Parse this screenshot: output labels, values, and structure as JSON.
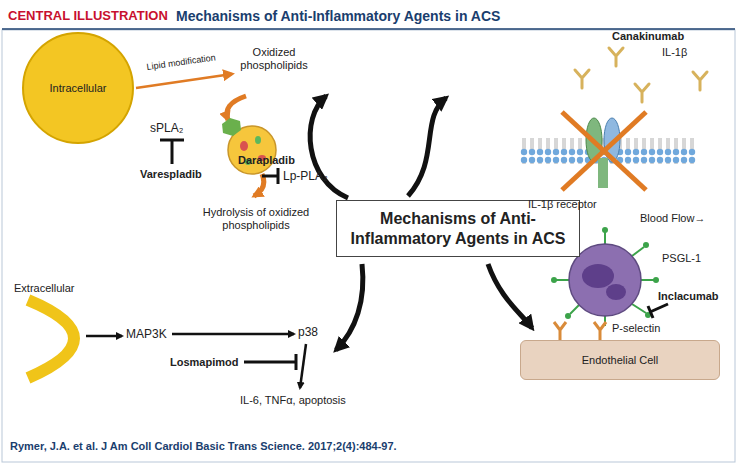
{
  "diagram": {
    "title": "Mechanisms of Anti-Inflammatory Agents in ACS",
    "caption": "Rymer, J.A. et al. J Am Coll Cardiol Basic Trans Science. 2017;2(4):484-97.",
    "nodes": [
      {
        "text": [
          "Intracellular"
        ]
      },
      {
        "text": [
          "Mechanisms of Anti-Inflammatory Agents in ACS"
        ]
      },
      {
        "text": [
          "Endothelial Cell"
        ]
      }
    ],
    "labels": [
      "CENTRAL ILLUSTRATION",
      "Lipid modification",
      "Oxidized phospholipids",
      "sPLA₂",
      "Varespladib",
      "Darapladib",
      "Lp-PLA₂",
      "Hydrolysis of oxidized phospholipids",
      "Canakinumab",
      "IL-1β",
      "IL-1β receptor",
      "Blood Flow→",
      "PSGL-1",
      "Inclacumab",
      "P-selectin",
      "Extracellular",
      "MAP3K",
      "p38",
      "Losmapimod",
      "IL-6, TNFα, apoptosis"
    ]
  }
}
